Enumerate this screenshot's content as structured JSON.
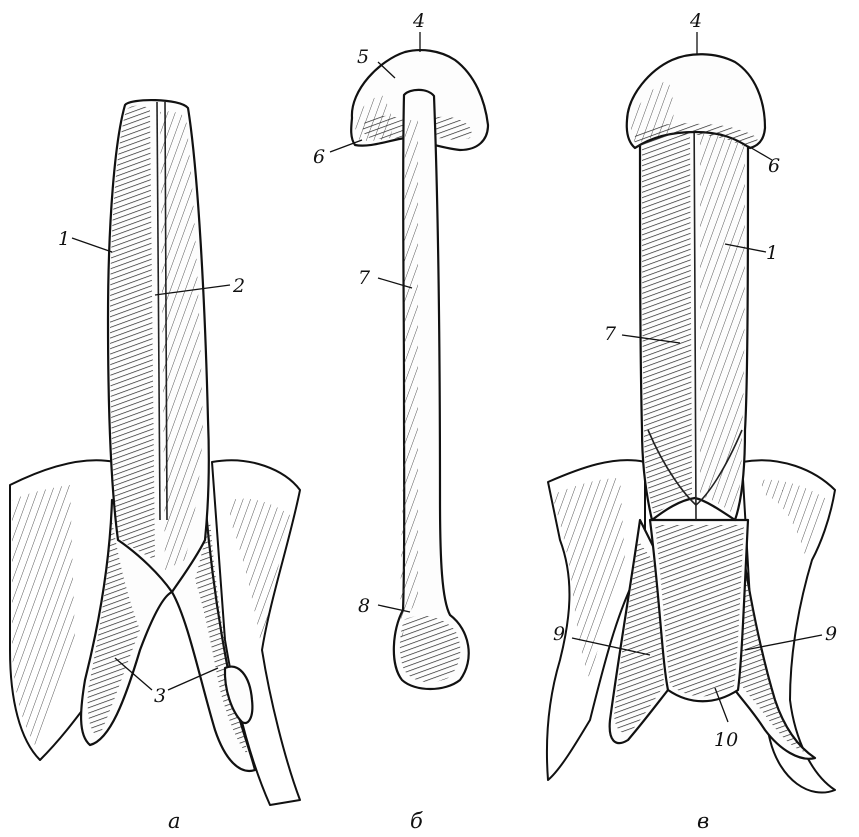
{
  "panels": [
    {
      "id": "a",
      "caption": "а",
      "labels": [
        "1",
        "2",
        "3"
      ]
    },
    {
      "id": "b",
      "caption": "б",
      "labels": [
        "4",
        "5",
        "6",
        "7",
        "8"
      ]
    },
    {
      "id": "v",
      "caption": "в",
      "labels": [
        "4",
        "6",
        "1",
        "7",
        "9",
        "9",
        "10"
      ]
    }
  ]
}
